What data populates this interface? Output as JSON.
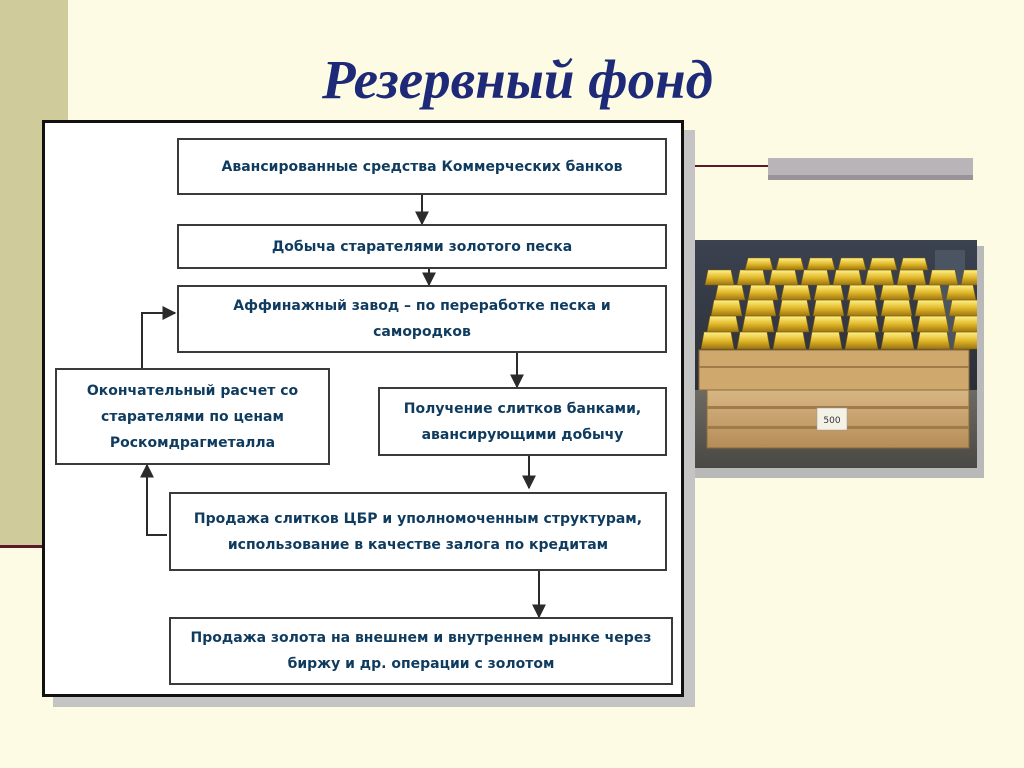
{
  "slide": {
    "title": "Резервный фонд",
    "colors": {
      "title": "#1e2a78",
      "box_text": "#0f3b5f",
      "background": "#fdfbe3",
      "left_band": "#cfcb9a",
      "accent_rule": "#5a1a2a"
    }
  },
  "photo": {
    "label": "gold-bars-on-pallet-photo",
    "tag_text": "500"
  },
  "diagram": {
    "boxes": [
      {
        "id": "b1",
        "text": "Авансированные средства Коммерческих банков"
      },
      {
        "id": "b2",
        "text": "Добыча старателями золотого песка"
      },
      {
        "id": "b3",
        "text": "Аффинажный завод – по переработке песка и самородков"
      },
      {
        "id": "b4",
        "text": "Окончательный расчет со старателями по ценам Роскомдрагметалла"
      },
      {
        "id": "b5",
        "text": "Получение слитков банками, авансирующими добычу"
      },
      {
        "id": "b6",
        "text": "Продажа слитков ЦБР и уполномоченным структурам, использование в качестве залога по кредитам"
      },
      {
        "id": "b7",
        "text": "Продажа золота на внешнем и внутреннем рынке через биржу и др. операции с золотом"
      }
    ]
  }
}
